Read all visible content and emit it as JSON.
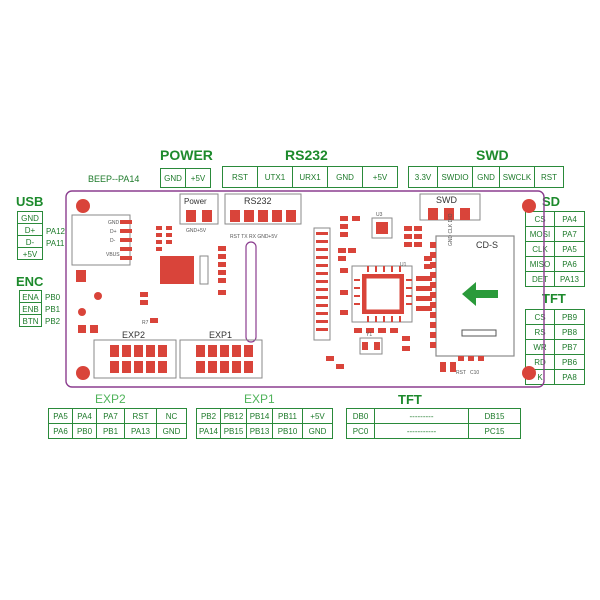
{
  "power": {
    "title": "POWER",
    "pins": [
      "GND",
      "+5V"
    ]
  },
  "rs232": {
    "title": "RS232",
    "pins": [
      "RST",
      "UTX1",
      "URX1",
      "GND",
      "+5V"
    ]
  },
  "swd": {
    "title": "SWD",
    "pins": [
      "3.3V",
      "SWDIO",
      "GND",
      "SWCLK",
      "RST"
    ]
  },
  "beep_label": "BEEP--PA14",
  "usb": {
    "title": "USB",
    "pins": [
      "GND",
      "D+",
      "D-",
      "+5V"
    ],
    "map": [
      "",
      "PA12",
      "PA11",
      ""
    ]
  },
  "enc": {
    "title": "ENC",
    "pins": [
      "ENA",
      "ENB",
      "BTN"
    ],
    "map": [
      "PB0",
      "PB1",
      "PB2"
    ]
  },
  "sd": {
    "title": "SD",
    "pins": [
      "CS",
      "MOSI",
      "CLK",
      "MISO",
      "DET"
    ],
    "map": [
      "PA4",
      "PA7",
      "PA5",
      "PA6",
      "PA13"
    ]
  },
  "tft_right": {
    "title": "TFT",
    "pins": [
      "CS",
      "RS",
      "WR",
      "RD",
      "K"
    ],
    "map": [
      "PB9",
      "PB8",
      "PB7",
      "PB6",
      "PA8"
    ]
  },
  "exp2": {
    "title": "EXP2",
    "row1": [
      "PA5",
      "PA4",
      "PA7",
      "RST",
      "NC"
    ],
    "row2": [
      "PA6",
      "PB0",
      "PB1",
      "PA13",
      "GND"
    ]
  },
  "exp1": {
    "title": "EXP1",
    "row1": [
      "PB2",
      "PB12",
      "PB14",
      "PB11",
      "+5V"
    ],
    "row2": [
      "PA14",
      "PB15",
      "PB13",
      "PB10",
      "GND"
    ]
  },
  "tft_bottom": {
    "title": "TFT",
    "row1": [
      "DB0",
      "---------",
      "DB15"
    ],
    "row2": [
      "PC0",
      "-----------",
      "PC15"
    ]
  },
  "board": {
    "labels": {
      "power": "Power",
      "rs232": "RS232",
      "swd": "SWD",
      "exp2": "EXP2",
      "exp1": "EXP1",
      "cds": "CD-S",
      "gnd": "GND",
      "dp": "D+",
      "dm": "D-",
      "vbus": "VBUS",
      "gnd5v": "GND+5V",
      "rs232_pins": "RST TX RX GND+5V",
      "swd_pins": "GND CLK DIO",
      "rst": "RST",
      "c10": "C10",
      "u1": "U1",
      "u3": "U3",
      "y1": "Y1",
      "r7": "R7"
    }
  },
  "colors": {
    "outline": "#8b3d8f",
    "pad": "#d9443a",
    "silk": "#7a7a7a",
    "text": "#1d8a2c"
  }
}
